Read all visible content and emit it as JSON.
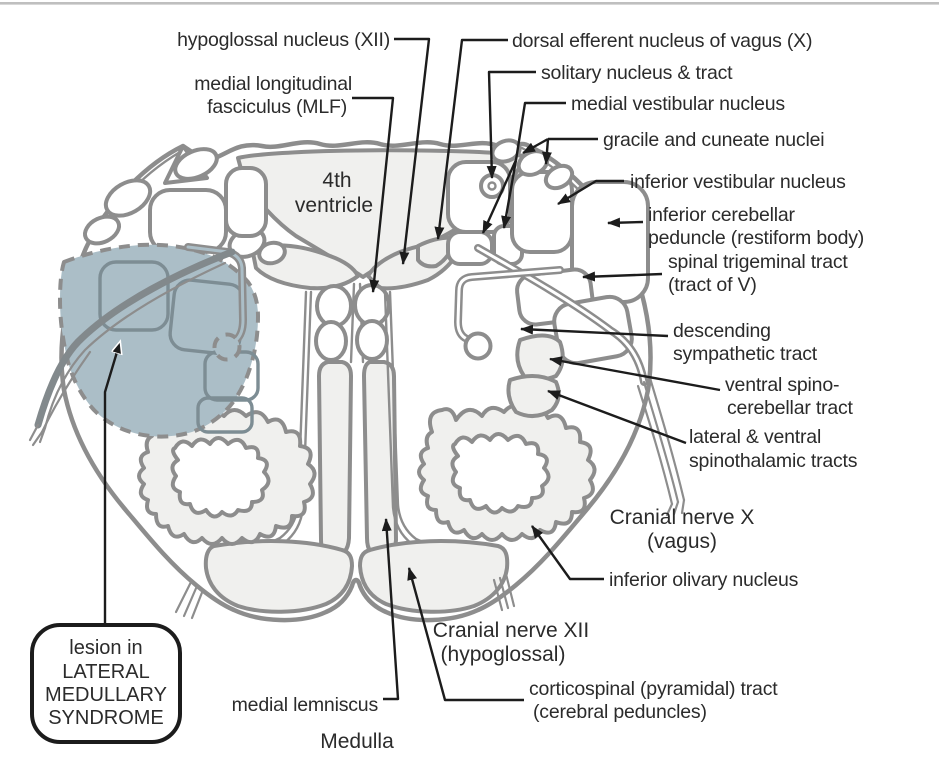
{
  "figure": {
    "caption": "Medulla",
    "colors": {
      "outline_gray": "#8d8d8d",
      "light_fill": "#f0f0ee",
      "lesion_fill": "#abbec7",
      "text_color": "#2b2b2b",
      "arrow_color": "#1c1c1c",
      "top_rule": "#bfbfbf"
    },
    "region_labels": {
      "fourth_ventricle_line1": "4th",
      "fourth_ventricle_line2": "ventricle",
      "medulla": "Medulla"
    },
    "labels": {
      "hypoglossal": "hypoglossal nucleus (XII)",
      "mlf_line1": "medial longitudinal",
      "mlf_line2": "fasciculus (MLF)",
      "dorsal_vagus": "dorsal efferent nucleus of vagus (X)",
      "solitary": "solitary nucleus & tract",
      "medial_vestibular": "medial vestibular nucleus",
      "gracile_cuneate": "gracile and cuneate nuclei",
      "inferior_vestibular": "inferior vestibular nucleus",
      "icp_line1": "inferior cerebellar",
      "icp_line2": "peduncle (restiform body)",
      "spinal_trigeminal_line1": "spinal trigeminal tract",
      "spinal_trigeminal_line2": "(tract of V)",
      "desc_symp_line1": "descending",
      "desc_symp_line2": "sympathetic tract",
      "vsc_line1": "ventral spino-",
      "vsc_line2": "cerebellar tract",
      "spinothalamic_line1": "lateral & ventral",
      "spinothalamic_line2": "spinothalamic tracts",
      "cn_x_line1": "Cranial nerve X",
      "cn_x_line2": "(vagus)",
      "inferior_olivary": "inferior olivary nucleus",
      "cn_xii_line1": "Cranial nerve XII",
      "cn_xii_line2": "(hypoglossal)",
      "medial_lemniscus": "medial lemniscus",
      "corticospinal_line1": "corticospinal (pyramidal) tract",
      "corticospinal_line2": "(cerebral peduncles)"
    },
    "lesion_box": {
      "line1": "lesion in",
      "line2": "LATERAL",
      "line3": "MEDULLARY",
      "line4": "SYNDROME"
    }
  }
}
